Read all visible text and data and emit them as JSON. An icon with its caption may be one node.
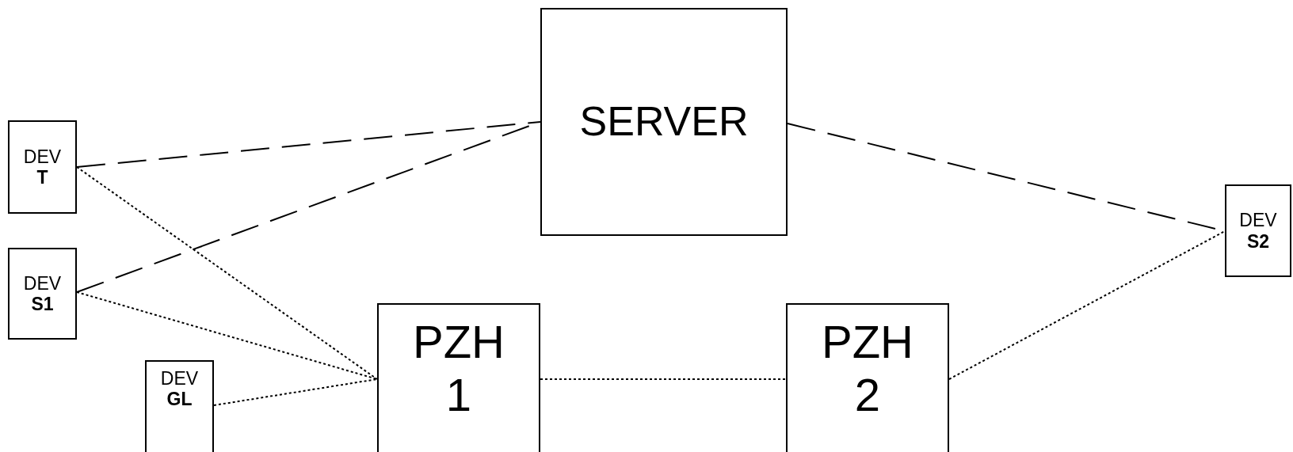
{
  "diagram": {
    "nodes": [
      {
        "text": [
          "SERVER"
        ]
      },
      {
        "text": [
          "DEV",
          "T"
        ]
      },
      {
        "text": [
          "DEV",
          "S1"
        ]
      },
      {
        "text": [
          "DEV",
          "GL"
        ]
      },
      {
        "text": [
          "PZH 1"
        ]
      },
      {
        "text": [
          "PZH 2"
        ]
      },
      {
        "text": [
          "DEV",
          "S2"
        ]
      }
    ],
    "edges": [
      {
        "from": 1,
        "to": 0,
        "arrow": "none",
        "style": "dashed"
      },
      {
        "from": 2,
        "to": 0,
        "arrow": "none",
        "style": "dashed"
      },
      {
        "from": 0,
        "to": 6,
        "arrow": "none",
        "style": "dashed"
      },
      {
        "from": 1,
        "to": 4,
        "arrow": "none"
      },
      {
        "from": 2,
        "to": 4,
        "arrow": "none"
      },
      {
        "from": 3,
        "to": 4,
        "arrow": "none"
      },
      {
        "from": 4,
        "to": 5,
        "arrow": "none"
      },
      {
        "from": 5,
        "to": 6,
        "arrow": "none"
      }
    ]
  }
}
